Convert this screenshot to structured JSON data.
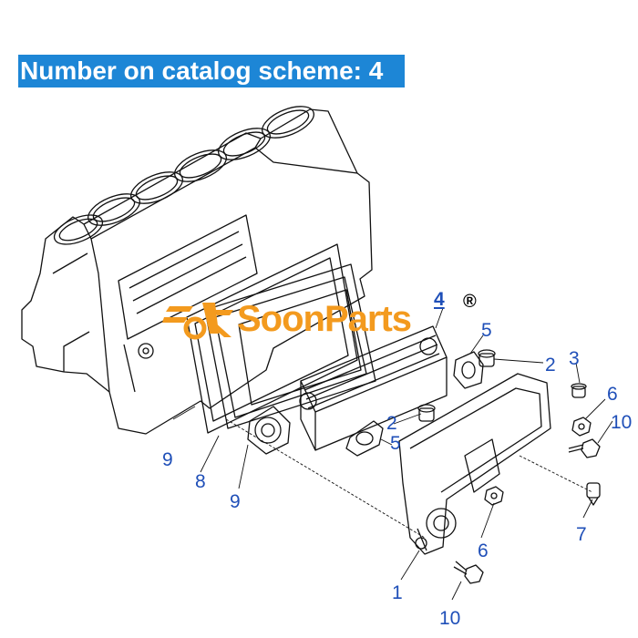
{
  "banner": {
    "text": "Number on catalog scheme: 4"
  },
  "watermark": {
    "brand": "SoonParts",
    "registered_mark": "®"
  },
  "callouts": {
    "c4": "4",
    "c5_top": "5",
    "c2_top": "2",
    "c3": "3",
    "c6_right": "6",
    "c10_right": "10",
    "c2_mid": "2",
    "c5_mid": "5",
    "c9_left": "9",
    "c8": "8",
    "c9_bottom": "9",
    "c6_bottom": "6",
    "c7": "7",
    "c1": "1",
    "c10_bottom": "10"
  },
  "colors": {
    "banner": "#1d86d6",
    "callout": "#1f4fb8",
    "brand": "#f39a1e",
    "line_art": "#111111"
  }
}
